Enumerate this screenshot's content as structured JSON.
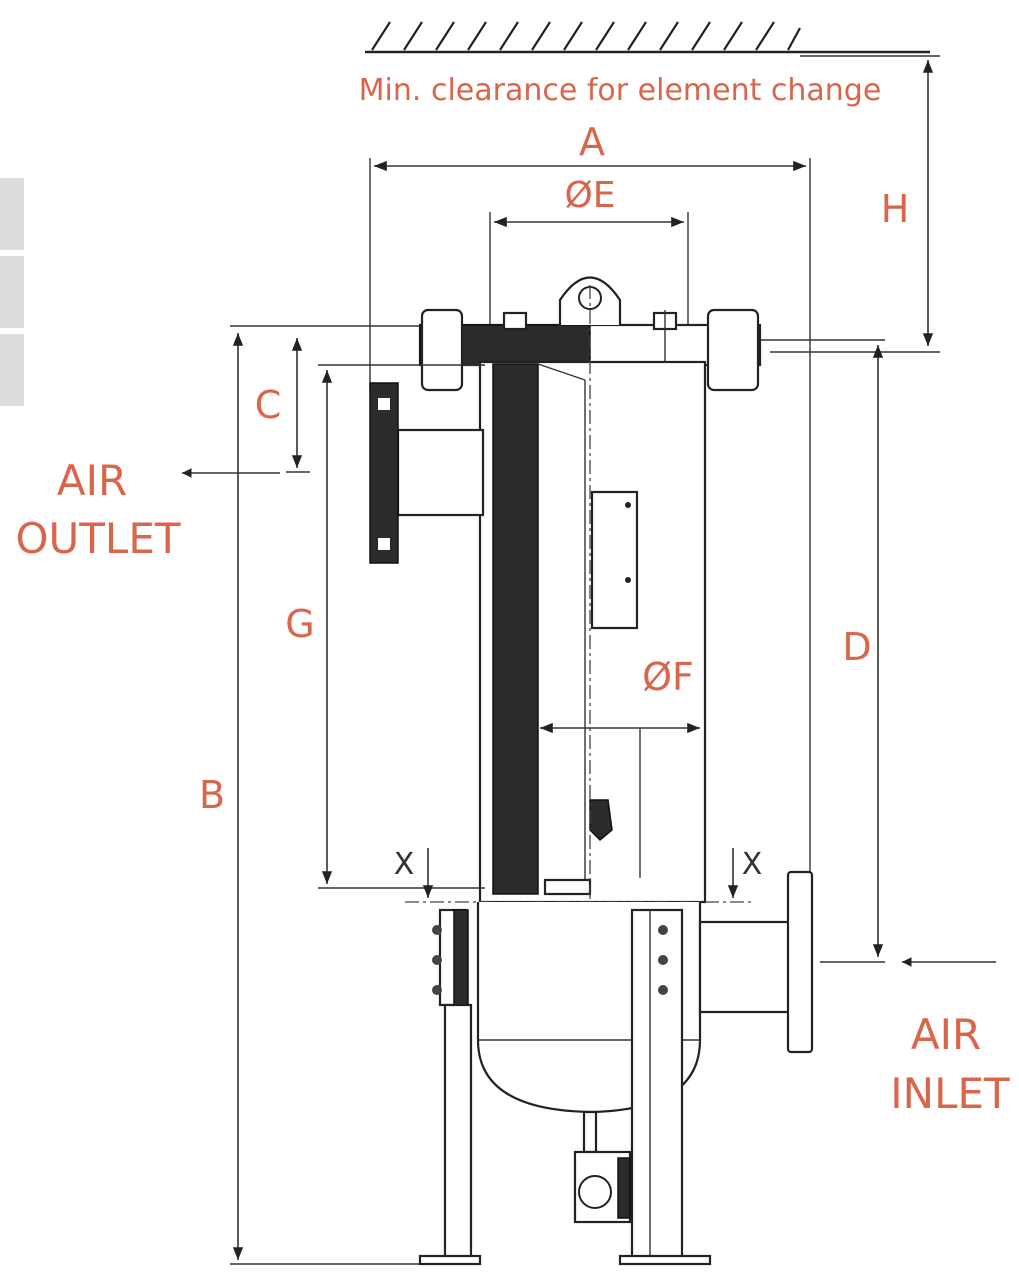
{
  "diagram": {
    "clearance_note": "Min. clearance for element change",
    "dimensions": {
      "a": "A",
      "e": "ØE",
      "h": "H",
      "c": "C",
      "g": "G",
      "f": "ØF",
      "d": "D",
      "b": "B",
      "x_left": "X",
      "x_right": "X"
    },
    "outlet": {
      "line1": "AIR",
      "line2": "OUTLET"
    },
    "inlet": {
      "line1": "AIR",
      "line2": "INLET"
    },
    "colors": {
      "label": "#d9664a",
      "line": "#333333",
      "element": "#2b2b2b"
    }
  }
}
